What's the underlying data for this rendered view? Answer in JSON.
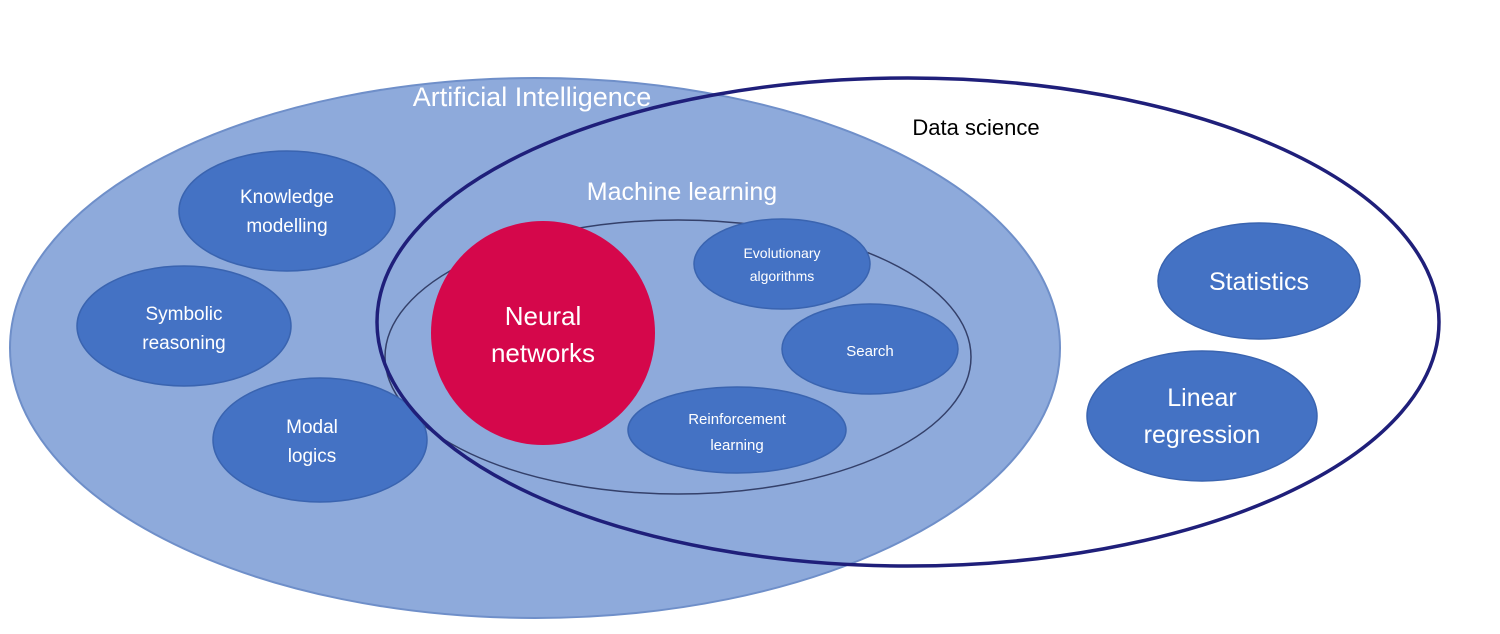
{
  "labels": {
    "artificial_intelligence": "Artificial Intelligence",
    "data_science": "Data science",
    "machine_learning": "Machine learning",
    "knowledge_modelling_1": "Knowledge",
    "knowledge_modelling_2": "modelling",
    "symbolic_reasoning_1": "Symbolic",
    "symbolic_reasoning_2": "reasoning",
    "modal_logics_1": "Modal",
    "modal_logics_2": "logics",
    "neural_networks_1": "Neural",
    "neural_networks_2": "networks",
    "evolutionary_algorithms_1": "Evolutionary",
    "evolutionary_algorithms_2": "algorithms",
    "search": "Search",
    "reinforcement_learning_1": "Reinforcement",
    "reinforcement_learning_2": "learning",
    "statistics": "Statistics",
    "linear_regression_1": "Linear",
    "linear_regression_2": "regression"
  },
  "colors": {
    "ai_fill": "#8eaadb",
    "ai_stroke": "#6f8fc9",
    "node_fill": "#4472c4",
    "node_stroke": "#3a64b0",
    "highlight_fill": "#d5074b",
    "data_science_stroke": "#1f1f7a",
    "ml_stroke": "#34406a"
  }
}
